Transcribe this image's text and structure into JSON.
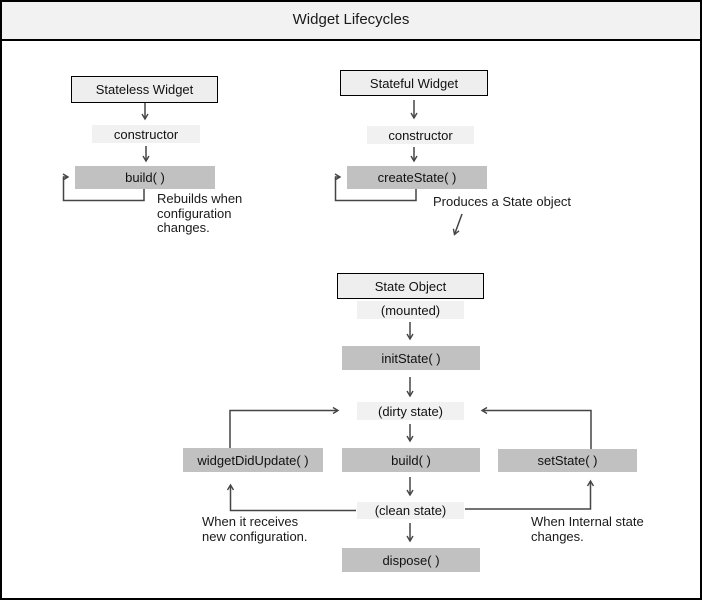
{
  "title": "Widget Lifecycles",
  "colors": {
    "titlebar_bg": "#f2f2f2",
    "outlined_box_bg": "#eeeeee",
    "light_box_bg": "#f1f1f1",
    "dark_box_bg": "#c1c1c1",
    "border": "#000000",
    "connector": "#454545"
  },
  "stateless_column": {
    "header": "Stateless Widget",
    "constructor_label": "constructor",
    "build_label": "build( )",
    "note": [
      "Rebuilds when",
      "configuration",
      "changes."
    ]
  },
  "stateful_column": {
    "header": "Stateful Widget",
    "constructor_label": "constructor",
    "create_state_label": "createState( )",
    "note": "Produces a State object"
  },
  "state_flow": {
    "header": "State Object",
    "mounted_label": "(mounted)",
    "init_state_label": "initState( )",
    "dirty_state_label": "(dirty state)",
    "widget_did_update_label": "widgetDidUpdate( )",
    "build_label": "build( )",
    "set_state_label": "setState( )",
    "clean_state_label": "(clean state)",
    "dispose_label": "dispose( )",
    "left_note": [
      "When it receives",
      "new configuration."
    ],
    "right_note": [
      "When Internal state",
      "changes."
    ]
  }
}
